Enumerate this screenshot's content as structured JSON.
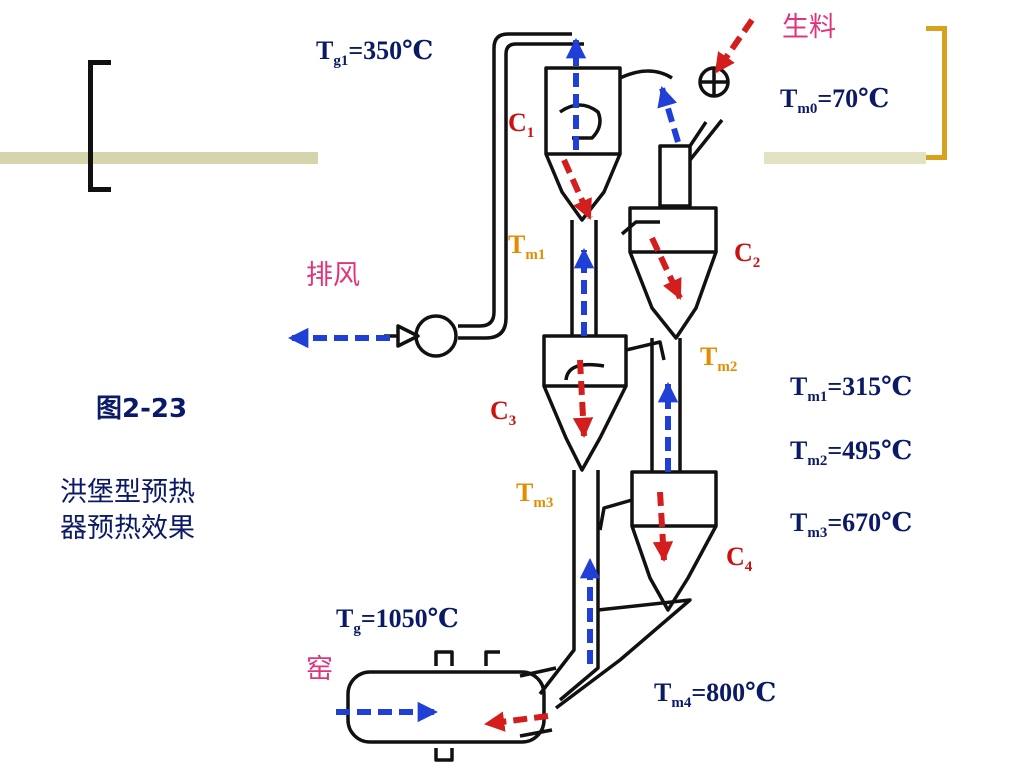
{
  "figure": {
    "number": "图2-23",
    "caption_line1": "洪堡型预热",
    "caption_line2": "器预热效果"
  },
  "streams": {
    "raw_meal": "生料",
    "exhaust": "排风",
    "kiln": "窑"
  },
  "cyclones": {
    "c1": {
      "base": "C",
      "sub": "1"
    },
    "c2": {
      "base": "C",
      "sub": "2"
    },
    "c3": {
      "base": "C",
      "sub": "3"
    },
    "c4": {
      "base": "C",
      "sub": "4"
    }
  },
  "material_points": {
    "tm1": {
      "base": "T",
      "sub": "m1"
    },
    "tm2": {
      "base": "T",
      "sub": "m2"
    },
    "tm3": {
      "base": "T",
      "sub": "m3"
    }
  },
  "readings": {
    "tg1": {
      "base": "T",
      "sub": "g1",
      "value": "=350℃"
    },
    "tm0": {
      "base": "T",
      "sub": "m0",
      "value": "=70℃"
    },
    "tm1": {
      "base": "T",
      "sub": "m1",
      "value": "=315℃"
    },
    "tm2": {
      "base": "T",
      "sub": "m2",
      "value": "=495℃"
    },
    "tm3": {
      "base": "T",
      "sub": "m3",
      "value": "=670℃"
    },
    "tg": {
      "base": "T",
      "sub": "g",
      "value": "=1050℃"
    },
    "tm4": {
      "base": "T",
      "sub": "m4",
      "value": "=800℃"
    }
  },
  "colors": {
    "gas_flow": "#1f3fd6",
    "material_flow": "#d41e1e",
    "label_navy": "#0b1a66",
    "label_red": "#cc1111",
    "label_orange": "#e38c00",
    "label_pink": "#e0357a",
    "bracket_gold": "#d8a21e",
    "rule_olive": "#d6d4aa"
  },
  "icons": [
    "gas-flow-arrow-icon",
    "material-flow-arrow-icon",
    "fan-icon",
    "feed-valve-icon"
  ]
}
